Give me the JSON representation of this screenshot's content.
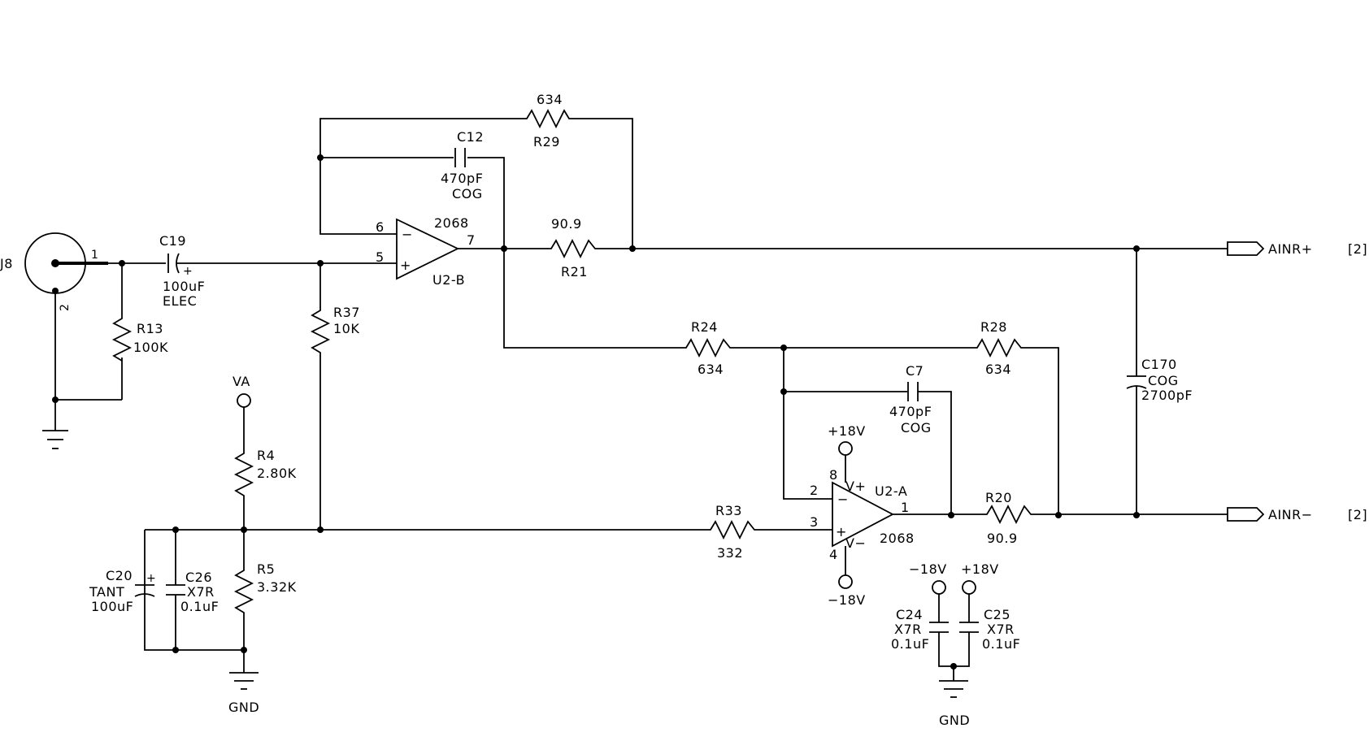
{
  "jack": {
    "ref": "J8",
    "pin1": "1",
    "pin2": "2"
  },
  "opamps": {
    "u2b": {
      "ref": "U2-B",
      "part": "2068",
      "pin_inv": "6",
      "pin_noninv": "5",
      "pin_out": "7",
      "minus": "−",
      "plus": "+"
    },
    "u2a": {
      "ref": "U2-A",
      "part": "2068",
      "pin_inv": "2",
      "pin_noninv": "3",
      "pin_out": "1",
      "pin_vplus": "8",
      "pin_vminus": "4",
      "vplus_label": "V+",
      "vminus_label": "V−",
      "minus": "−",
      "plus": "+"
    }
  },
  "resistors": {
    "r29": {
      "ref": "R29",
      "value": "634"
    },
    "r21": {
      "ref": "R21",
      "value": "90.9"
    },
    "r13": {
      "ref": "R13",
      "value": "100K"
    },
    "r37": {
      "ref": "R37",
      "value": "10K"
    },
    "r24": {
      "ref": "R24",
      "value": "634"
    },
    "r28": {
      "ref": "R28",
      "value": "634"
    },
    "r4": {
      "ref": "R4",
      "value": "2.80K"
    },
    "r5": {
      "ref": "R5",
      "value": "3.32K"
    },
    "r33": {
      "ref": "R33",
      "value": "332"
    },
    "r20": {
      "ref": "R20",
      "value": "90.9"
    }
  },
  "capacitors": {
    "c12": {
      "ref": "C12",
      "value": "470pF",
      "type": "COG"
    },
    "c19": {
      "ref": "C19",
      "value": "100uF",
      "type": "ELEC",
      "plus": "+"
    },
    "c7": {
      "ref": "C7",
      "value": "470pF",
      "type": "COG"
    },
    "c170": {
      "ref": "C170",
      "value": "2700pF",
      "type": "COG"
    },
    "c20": {
      "ref": "C20",
      "value": "100uF",
      "type": "TANT",
      "plus": "+"
    },
    "c26": {
      "ref": "C26",
      "value": "0.1uF",
      "type": "X7R"
    },
    "c24": {
      "ref": "C24",
      "value": "0.1uF",
      "type": "X7R"
    },
    "c25": {
      "ref": "C25",
      "value": "0.1uF",
      "type": "X7R"
    }
  },
  "power": {
    "va": "VA",
    "pos18_opamp": "+18V",
    "neg18_opamp": "−18V",
    "neg18_decoup": "−18V",
    "pos18_decoup": "+18V",
    "gnd_left": "GND",
    "gnd_right": "GND"
  },
  "ports": {
    "ainr_plus": {
      "label": "AINR+",
      "sheet_ref": "[2]"
    },
    "ainr_minus": {
      "label": "AINR−",
      "sheet_ref": "[2]"
    }
  }
}
